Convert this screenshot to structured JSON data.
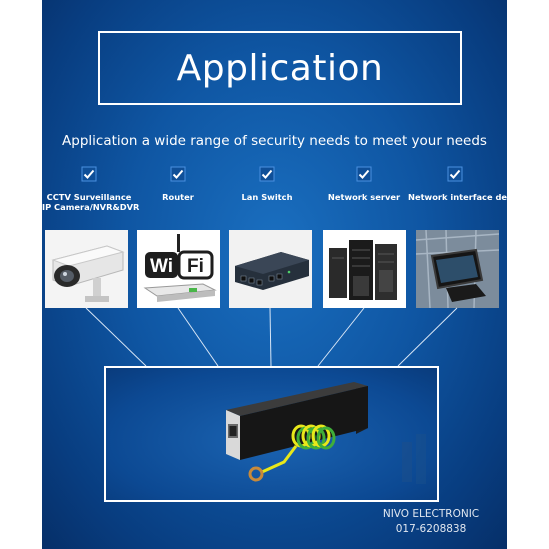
{
  "title": "Application",
  "subtitle": "Application a wide range of security needs to meet your needs",
  "applications": [
    {
      "line1": "CCTV Surveillance",
      "line2": "IP Camera/NVR&DVR",
      "icon": "cctv-camera-photo"
    },
    {
      "line1": "Router",
      "line2": "",
      "icon": "wifi-router-photo"
    },
    {
      "line1": "Lan Switch",
      "line2": "",
      "icon": "lan-switch-photo"
    },
    {
      "line1": "Network server",
      "line2": "",
      "icon": "server-rack-photo"
    },
    {
      "line1": "Network interface device",
      "line2": "",
      "icon": "monitor-device-photo"
    }
  ],
  "wifi_sign": {
    "left": "Wi",
    "right": "Fi"
  },
  "watermark": {
    "name": "NIVO ELECTRONIC",
    "phone": "017-6208838"
  },
  "colors": {
    "background": "#0f56a3",
    "accent": "#ffffff",
    "check_mark": "#2a7be0",
    "product_wire": "#e8e81a"
  }
}
